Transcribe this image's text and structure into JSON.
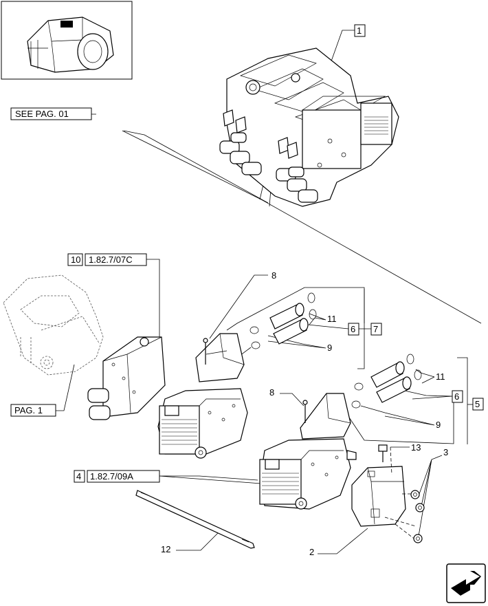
{
  "refs": {
    "see_pag": "SEE PAG. 01",
    "pag1": "PAG. 1",
    "ref10_num": "10",
    "ref10_code": "1.82.7/07C",
    "ref4_num": "4",
    "ref4_code": "1.82.7/09A"
  },
  "callouts": {
    "c1": "1",
    "c2": "2",
    "c3": "3",
    "c5": "5",
    "c6a": "6",
    "c6b": "6",
    "c7": "7",
    "c8a": "8",
    "c8b": "8",
    "c9a": "9",
    "c9b": "9",
    "c11a": "11",
    "c11b": "11",
    "c12": "12",
    "c13": "13"
  },
  "icons": {
    "nav": "arrow-next-icon",
    "thumbnail": "tractor-location-icon"
  }
}
